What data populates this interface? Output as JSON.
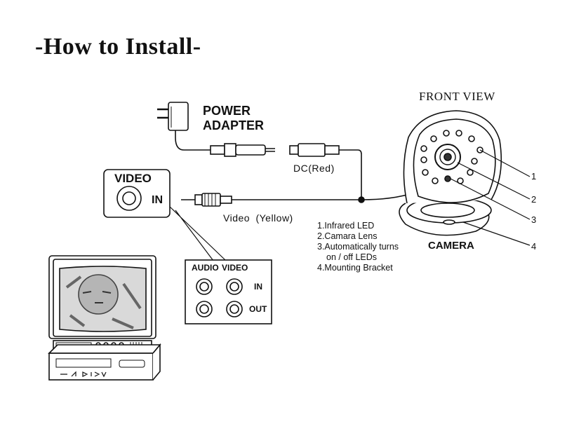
{
  "title": "-How to Install-",
  "power_adapter": {
    "line1": "POWER",
    "line2": "ADAPTER"
  },
  "dc_label": "DC(Red)",
  "video_label": "Video (Yellow)",
  "video_jack": {
    "title": "VIDEO",
    "port": "IN"
  },
  "av_panel": {
    "audio": "AUDIO",
    "video": "VIDEO",
    "in": "IN",
    "out": "OUT"
  },
  "front_view": "FRONT VIEW",
  "camera_label": "CAMERA",
  "callouts": [
    "1",
    "2",
    "3",
    "4"
  ],
  "legend": [
    "1.Infrared LED",
    "2.Camara Lens",
    "3.Automatically turns",
    "on / off LEDs",
    "4.Mounting Bracket"
  ]
}
